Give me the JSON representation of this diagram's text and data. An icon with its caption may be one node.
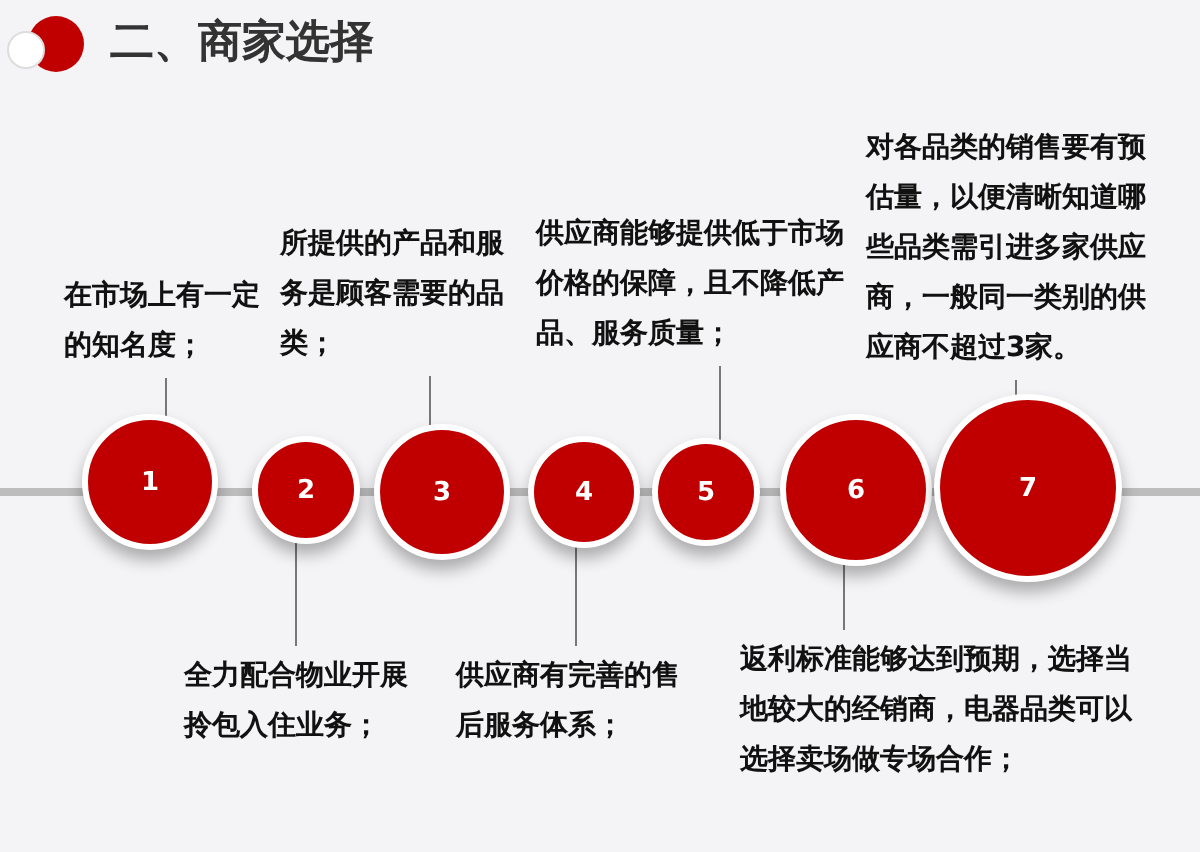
{
  "diagram": {
    "title": "二、商家选择",
    "nodes": [
      {
        "text": [
          "1"
        ]
      },
      {
        "text": [
          "2"
        ]
      },
      {
        "text": [
          "3"
        ]
      },
      {
        "text": [
          "4"
        ]
      },
      {
        "text": [
          "5"
        ]
      },
      {
        "text": [
          "6"
        ]
      },
      {
        "text": [
          "7"
        ]
      },
      {
        "text": [
          "在市场上有一定的知名度；"
        ]
      },
      {
        "text": [
          "所提供的产品和服务是顾客需要的品类；"
        ]
      },
      {
        "text": [
          "供应商能够提供低于市场价格的保障，且不降低产品、服务质量；"
        ]
      },
      {
        "text": [
          "对各品类的销售要有预估量，以便清晰知道哪些品类需引进多家供应商，一般同一类别的供应商不超过3家。"
        ]
      },
      {
        "text": [
          "全力配合物业开展拎包入住业务；"
        ]
      },
      {
        "text": [
          "供应商有完善的售后服务体系；"
        ]
      },
      {
        "text": [
          "返利标准能够达到预期，选择当地较大的经销商，电器品类可以选择卖场做专场合作；"
        ]
      }
    ],
    "edges": [
      {
        "from": 7,
        "to": 0,
        "arrow": "none"
      },
      {
        "from": 8,
        "to": 2,
        "arrow": "none"
      },
      {
        "from": 9,
        "to": 4,
        "arrow": "none"
      },
      {
        "from": 10,
        "to": 6,
        "arrow": "none"
      },
      {
        "from": 11,
        "to": 1,
        "arrow": "none"
      },
      {
        "from": 12,
        "to": 3,
        "arrow": "none"
      },
      {
        "from": 13,
        "to": 5,
        "arrow": "none"
      }
    ]
  }
}
